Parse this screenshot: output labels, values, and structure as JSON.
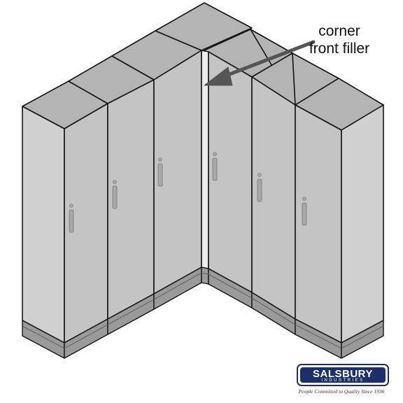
{
  "callout": {
    "line1": "corner",
    "line2": "front filler"
  },
  "logo": {
    "name": "SALSBURY",
    "subtitle": "INDUSTRIES",
    "tagline": "People Committed to Quality Since 1936",
    "color": "#1b2f6b"
  },
  "colors": {
    "locker_front": "#c4c4c4",
    "locker_top": "#b4b4b4",
    "locker_side": "#d0d0d0",
    "base": "#9a9a9a",
    "filler": "#ececec",
    "arrow": "#555555"
  }
}
